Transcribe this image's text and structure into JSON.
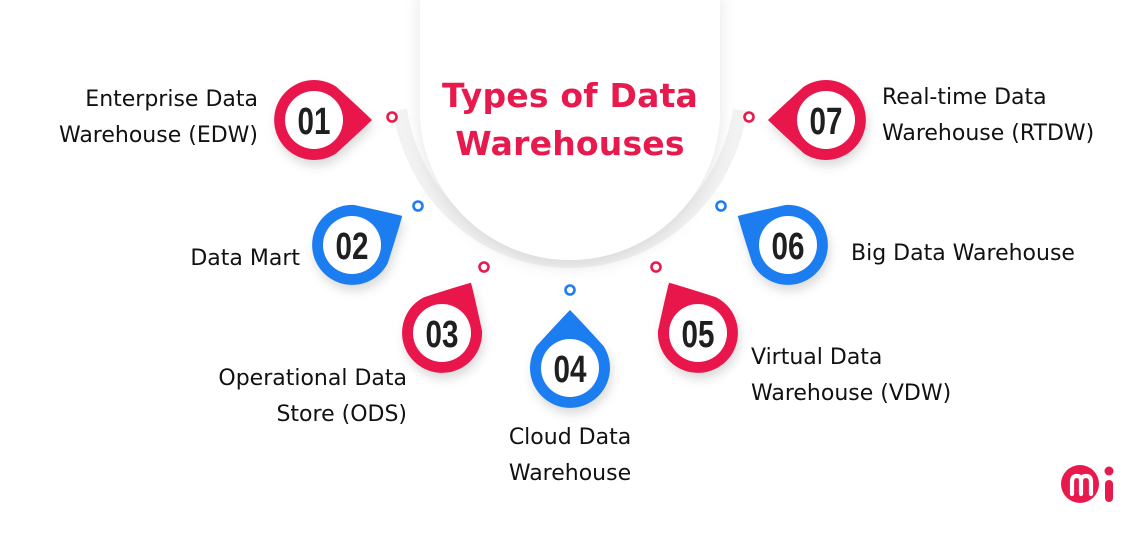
{
  "title": {
    "line1": "Types of Data",
    "line2": "Warehouses",
    "color": "#E8194C"
  },
  "colors": {
    "red": "#E8194C",
    "blue": "#1E7DF0",
    "text": "#111111",
    "number": "#1f1f1f"
  },
  "items": [
    {
      "number": "01",
      "color": "red",
      "label_lines": [
        "Enterprise Data",
        "Warehouse (EDW)"
      ]
    },
    {
      "number": "02",
      "color": "blue",
      "label_lines": [
        "Data Mart"
      ]
    },
    {
      "number": "03",
      "color": "red",
      "label_lines": [
        "Operational Data",
        "Store (ODS)"
      ]
    },
    {
      "number": "04",
      "color": "blue",
      "label_lines": [
        "Cloud Data",
        "Warehouse"
      ]
    },
    {
      "number": "05",
      "color": "red",
      "label_lines": [
        "Virtual Data",
        "Warehouse (VDW)"
      ]
    },
    {
      "number": "06",
      "color": "blue",
      "label_lines": [
        "Big Data Warehouse"
      ]
    },
    {
      "number": "07",
      "color": "red",
      "label_lines": [
        "Real-time Data",
        "Warehouse (RTDW)"
      ]
    }
  ],
  "logo": {
    "icon": "mi-logo-icon",
    "color": "#E8194C"
  }
}
